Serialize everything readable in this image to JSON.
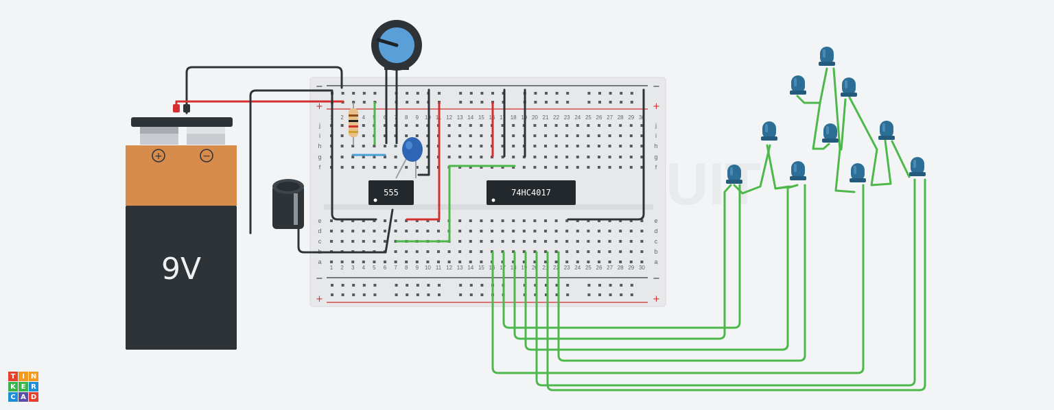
{
  "battery": {
    "label": "9V",
    "plus": "+",
    "minus": "−"
  },
  "chips": {
    "timer": "555",
    "counter": "74HC4017"
  },
  "breadboard": {
    "columns": [
      "1",
      "2",
      "3",
      "4",
      "5",
      "6",
      "7",
      "8",
      "9",
      "10",
      "11",
      "12",
      "13",
      "14",
      "15",
      "16",
      "17",
      "18",
      "19",
      "20",
      "21",
      "22",
      "23",
      "24",
      "25",
      "26",
      "27",
      "28",
      "29",
      "30"
    ],
    "rows_top": [
      "j",
      "i",
      "h",
      "g",
      "f"
    ],
    "rows_bottom": [
      "e",
      "d",
      "c",
      "b",
      "a"
    ],
    "plus": "+",
    "minus": "−"
  },
  "watermark": {
    "line1": "CIRCUIT"
  },
  "logo": {
    "letters": [
      "T",
      "I",
      "N",
      "K",
      "E",
      "R",
      "C",
      "A",
      "D"
    ]
  },
  "colors": {
    "wire_red": "#d32f2f",
    "wire_black": "#2e3338",
    "wire_green": "#4cb849",
    "wire_blue": "#4a9fd8",
    "led": "#2d6e96",
    "battery_top": "#d88c4c",
    "battery_body": "#2e3338"
  }
}
